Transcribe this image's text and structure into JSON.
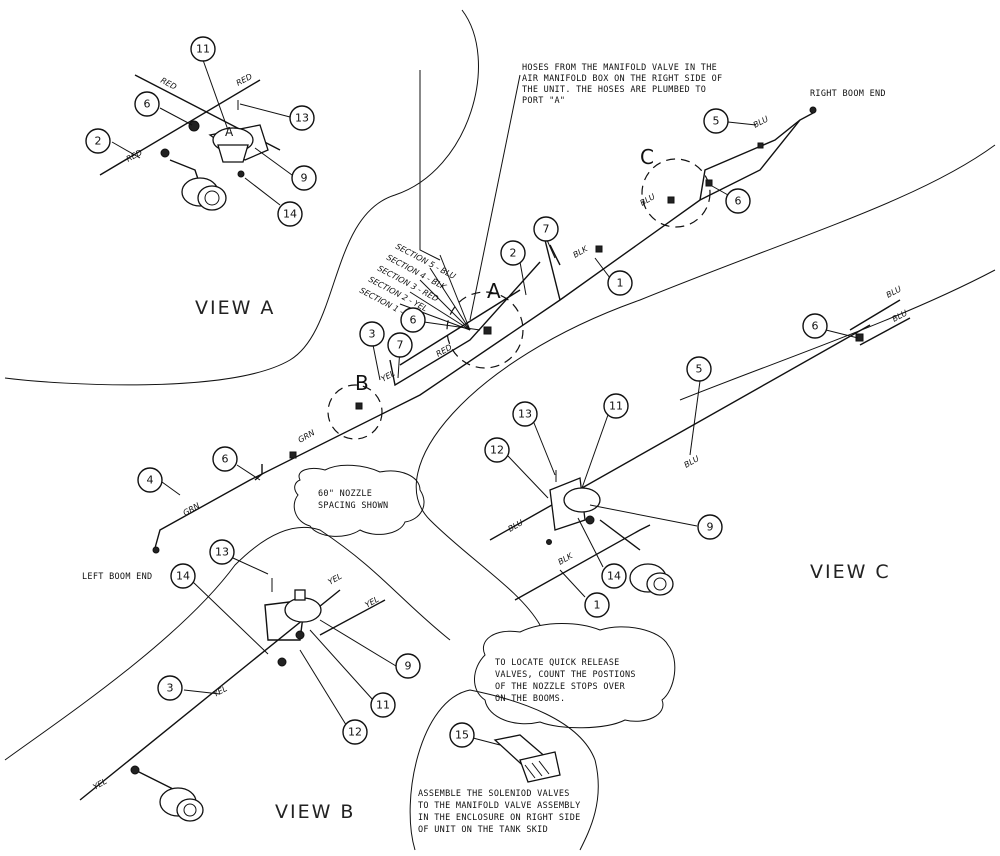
{
  "views": {
    "a": "VIEW A",
    "b": "VIEW B",
    "c": "VIEW C"
  },
  "callouts": {
    "a": "A",
    "b": "B",
    "c": "C"
  },
  "notes": {
    "hoses": [
      "HOSES FROM THE MANIFOLD VALVE IN THE",
      "AIR MANIFOLD BOX ON THE RIGHT SIDE OF",
      "THE UNIT. THE HOSES ARE PLUMBED TO",
      "PORT \"A\""
    ],
    "right_boom": "RIGHT BOOM END",
    "left_boom": "LEFT BOOM END",
    "spacing": [
      "60\" NOZZLE",
      "SPACING SHOWN"
    ],
    "locate": [
      "TO LOCATE QUICK RELEASE",
      "VALVES, COUNT THE POSTIONS",
      "OF THE NOZZLE STOPS OVER",
      "ON THE BOOMS."
    ],
    "assemble": [
      "ASSEMBLE THE SOLENIOD VALVES",
      "TO THE MANIFOLD VALVE ASSEMBLY",
      "IN THE ENCLOSURE ON RIGHT SIDE",
      "OF UNIT ON THE TANK SKID"
    ]
  },
  "sections": [
    "SECTION 5 - BLU",
    "SECTION 4 - BLK",
    "SECTION 3 - RED",
    "SECTION 2 - YEL",
    "SECTION 1 - GRN"
  ],
  "hose_tags": {
    "red": "RED",
    "blu": "BLU",
    "blk": "BLK",
    "yel": "YEL",
    "grn": "GRN"
  },
  "balloons": {
    "a11": "11",
    "a6": "6",
    "a2": "2",
    "a13": "13",
    "a9": "9",
    "a14": "14",
    "m5": "5",
    "m6r": "6",
    "m7": "7",
    "m2": "2",
    "m1": "1",
    "m6c": "6",
    "m3": "3",
    "m7b": "7",
    "m6l": "6",
    "m4": "4",
    "c6": "6",
    "c5": "5",
    "c13": "13",
    "c11": "11",
    "c12": "12",
    "c9": "9",
    "c14": "14",
    "c1": "1",
    "b13": "13",
    "b14": "14",
    "b9": "9",
    "b3": "3",
    "b11": "11",
    "b12": "12",
    "p15": "15"
  }
}
